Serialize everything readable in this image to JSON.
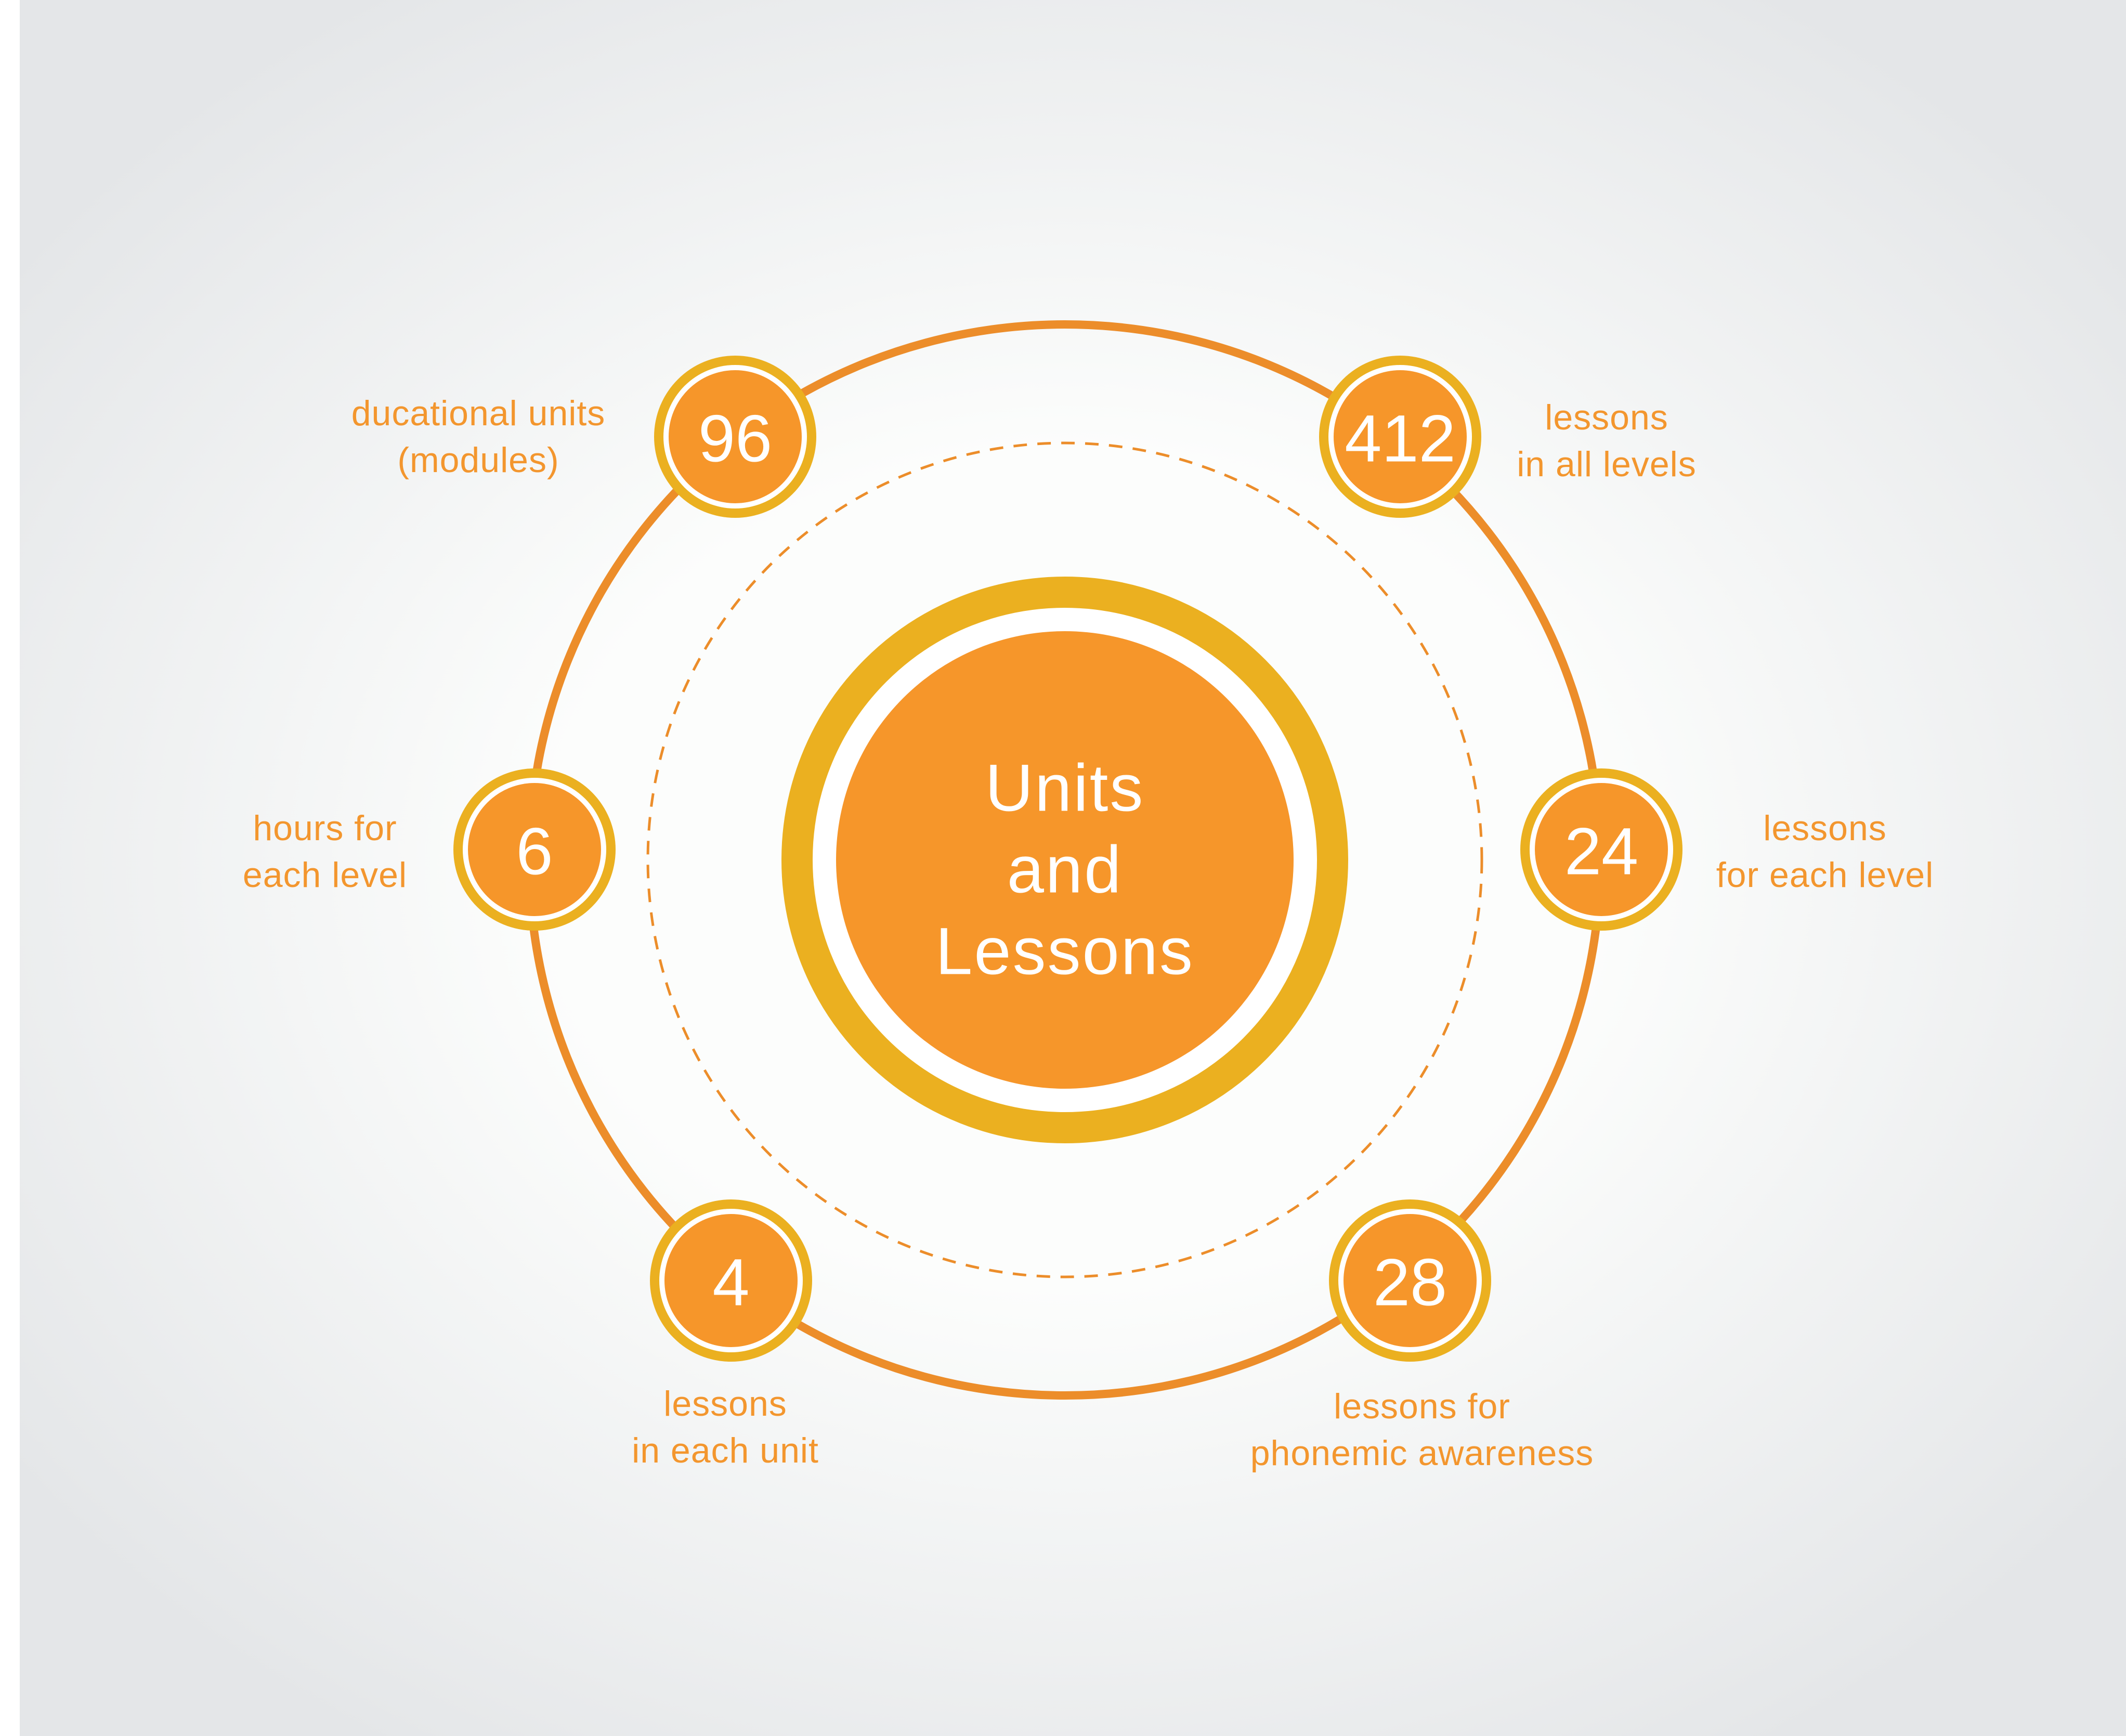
{
  "colors": {
    "background_center": "#fcfdfc",
    "background_edge": "#e4e6e8",
    "orange": "#f6962a",
    "ring_orange": "#ec8d2a",
    "gold": "#ebb020",
    "label": "#f3962e",
    "white": "#ffffff"
  },
  "center": {
    "lines": [
      "Units",
      "and",
      "Lessons"
    ]
  },
  "nodes": [
    {
      "id": "top-left",
      "value": "96",
      "label_lines": [
        "ducational units",
        "(modules)"
      ]
    },
    {
      "id": "top-right",
      "value": "412",
      "label_lines": [
        "lessons",
        "in all levels"
      ]
    },
    {
      "id": "left",
      "value": "6",
      "label_lines": [
        "hours for",
        "each level"
      ]
    },
    {
      "id": "right",
      "value": "24",
      "label_lines": [
        "lessons",
        "for each level"
      ]
    },
    {
      "id": "bottom-left",
      "value": "4",
      "label_lines": [
        "lessons",
        "in each unit"
      ]
    },
    {
      "id": "bottom-right",
      "value": "28",
      "label_lines": [
        "lessons for",
        "phonemic awareness"
      ]
    }
  ]
}
